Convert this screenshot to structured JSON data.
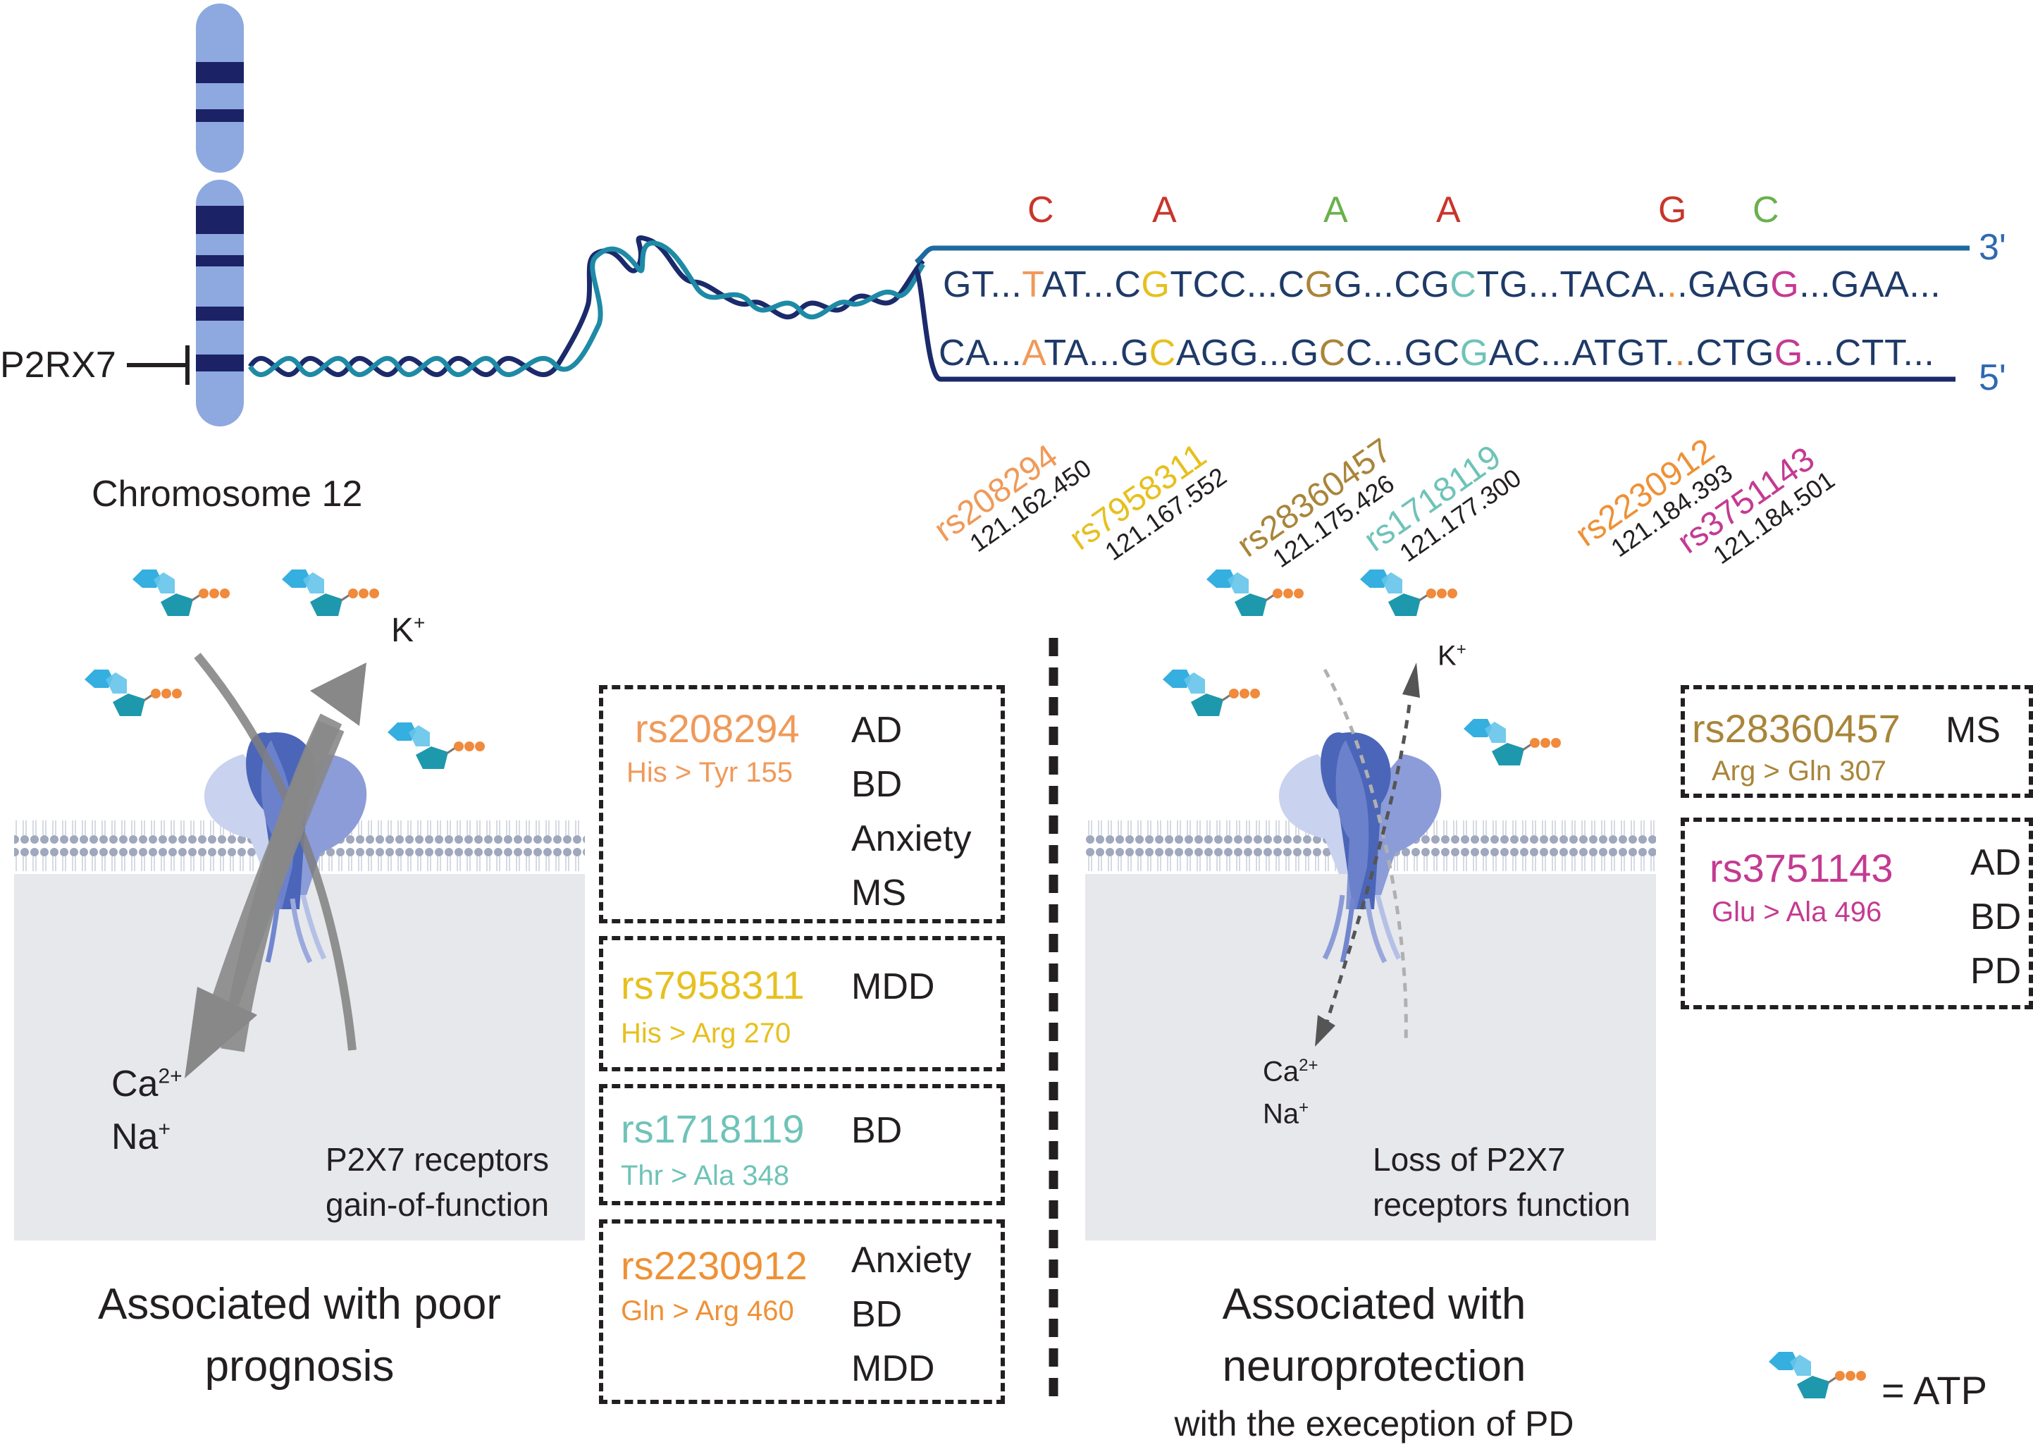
{
  "colors": {
    "rs208294": "#ef9a5a",
    "rs7958311": "#e6c01e",
    "rs28360457": "#a9853a",
    "rs1718119": "#6fc3b8",
    "rs2230912": "#ee9136",
    "rs3751143": "#c43a92",
    "allele_red": "#c9352b",
    "allele_green": "#6ab04c",
    "dna_text": "#1f3a68",
    "strand_end": "#2f69b0",
    "chromosome": "#8ea8e0",
    "chromosome_band": "#1b2266",
    "membrane": "#9fa8bd",
    "cytoplasm": "#e6e8ec"
  },
  "gene": {
    "name": "P2RX7",
    "chromosome_label": "Chromosome 12"
  },
  "dna": {
    "end_top": "3'",
    "end_bottom": "5'",
    "alleles": [
      "C",
      "A",
      "A",
      "A",
      "G",
      "C"
    ],
    "top_strand": "GT...TAT...CGTCC...CGG...CGCTG...TACA...GAGG...GAA...",
    "bottom_strand": "CA...ATA...GCAGG...GCC...GCGAC...ATGT...CTGG...CTT..."
  },
  "snps": [
    {
      "id": "rs208294",
      "position": "121.162.450"
    },
    {
      "id": "rs7958311",
      "position": "121.167.552"
    },
    {
      "id": "rs28360457",
      "position": "121.175.426"
    },
    {
      "id": "rs1718119",
      "position": "121.177.300"
    },
    {
      "id": "rs2230912",
      "position": "121.184.393"
    },
    {
      "id": "rs3751143",
      "position": "121.184.501"
    }
  ],
  "left_panel": {
    "k_ion": "K+",
    "ca_ion": "Ca2+",
    "na_ion": "Na+",
    "receptor_caption": [
      "P2X7 receptors",
      "gain-of-function"
    ],
    "association": [
      "Associated with poor",
      "prognosis"
    ]
  },
  "right_panel": {
    "k_ion": "K+",
    "ca_ion": "Ca2+",
    "na_ion": "Na+",
    "receptor_caption": [
      "Loss of P2X7",
      "receptors function"
    ],
    "association": [
      "Associated with",
      "neuroprotection",
      "with the exeception of PD"
    ]
  },
  "gain_boxes": [
    {
      "id": "rs208294",
      "change": "His > Tyr 155",
      "diseases": [
        "AD",
        "BD",
        "Anxiety",
        "MS"
      ]
    },
    {
      "id": "rs7958311",
      "change": "His > Arg 270",
      "diseases": [
        "MDD"
      ]
    },
    {
      "id": "rs1718119",
      "change": "Thr > Ala 348",
      "diseases": [
        "BD"
      ]
    },
    {
      "id": "rs2230912",
      "change": "Gln > Arg 460",
      "diseases": [
        "Anxiety",
        "BD",
        "MDD"
      ]
    }
  ],
  "loss_boxes": [
    {
      "id": "rs28360457",
      "change": "Arg > Gln 307",
      "diseases": [
        "MS"
      ]
    },
    {
      "id": "rs3751143",
      "change": "Glu > Ala 496",
      "diseases": [
        "AD",
        "BD",
        "PD"
      ]
    }
  ],
  "legend": {
    "label": "= ATP"
  }
}
